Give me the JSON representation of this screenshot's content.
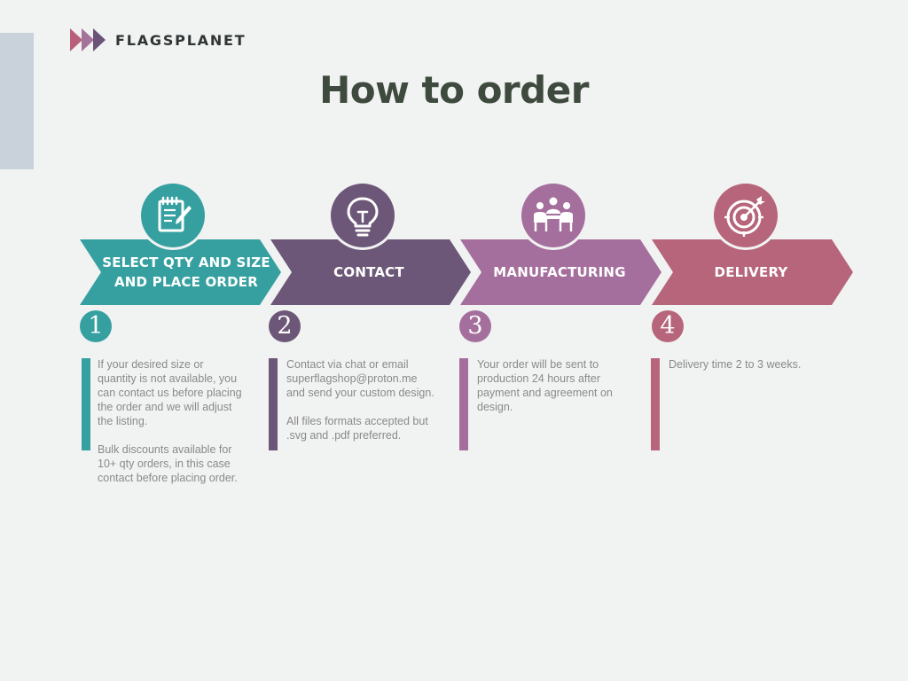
{
  "brand": {
    "name": "FLAGSPLANET",
    "logo_icon": "triple-chevron-logo-icon",
    "logo_colors": [
      "#b8607a",
      "#a5729a",
      "#6b5378"
    ]
  },
  "page": {
    "title": "How to order",
    "background": "#f1f2f2",
    "side_bar_color": "#c9d1db"
  },
  "steps": [
    {
      "number": "1",
      "label": "SELECT QTY AND SIZE\nAND PLACE ORDER",
      "icon": "notepad-pencil-icon",
      "color": "#36a0a1",
      "paragraphs": [
        "If your desired size or\nquantity is not available, you\ncan contact us before placing\nthe order and we will adjust\nthe listing.",
        "Bulk discounts available for\n10+ qty orders, in this case\ncontact before placing order."
      ]
    },
    {
      "number": "2",
      "label": "CONTACT",
      "icon": "lightbulb-icon",
      "color": "#6d5778",
      "paragraphs": [
        "Contact via chat or email\nsuperflagshop@proton.me\nand send your custom design.",
        "All files formats accepted but\n.svg and .pdf preferred."
      ]
    },
    {
      "number": "3",
      "label": "MANUFACTURING",
      "icon": "meeting-table-icon",
      "color": "#a56f9d",
      "paragraphs": [
        "Your order will be sent to\nproduction 24 hours after\npayment and agreement on\ndesign."
      ]
    },
    {
      "number": "4",
      "label": "DELIVERY",
      "icon": "target-dart-icon",
      "color": "#b6657b",
      "paragraphs": [
        "Delivery time 2 to 3 weeks."
      ]
    }
  ]
}
